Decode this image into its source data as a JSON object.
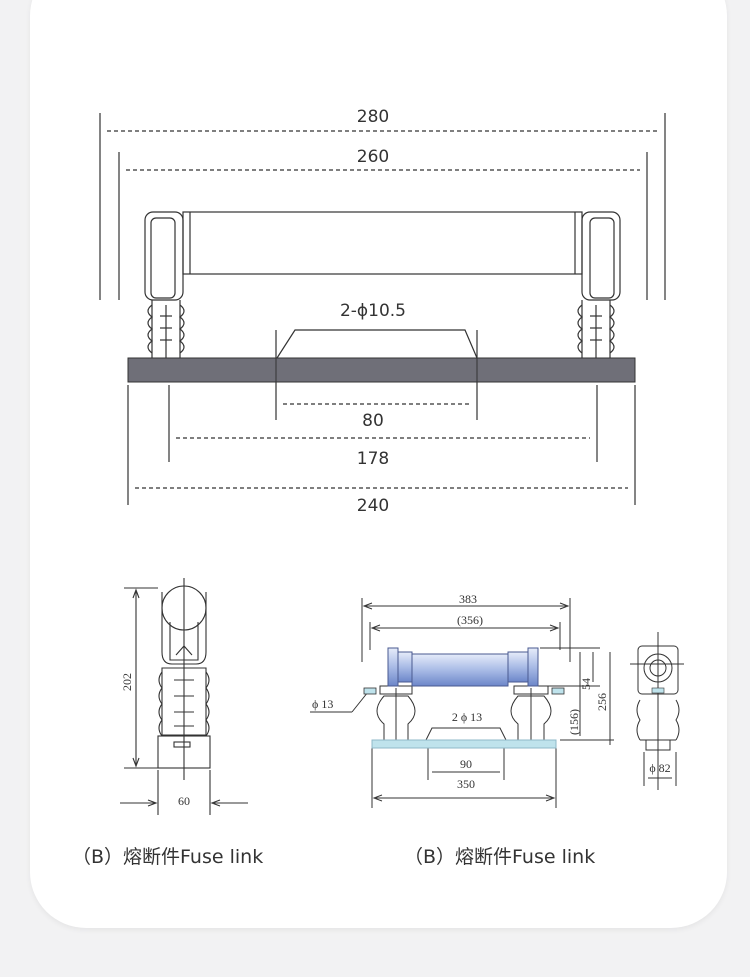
{
  "top_drawing": {
    "dims": {
      "overall_length": "280",
      "between_supports": "260",
      "holes": "2-ϕ10.5",
      "hole_spacing": "80",
      "inner_width": "178",
      "base_length": "240"
    }
  },
  "side_view": {
    "height": "202",
    "width": "60"
  },
  "front_view": {
    "overall": "383",
    "fuse_length": "(356)",
    "hole_dia": "ϕ 13",
    "holes": "2 ϕ 13",
    "height_54": "54",
    "height_156": "(156)",
    "height_256": "256",
    "spacing_90": "90",
    "base_350": "350"
  },
  "end_view": {
    "diameter": "ϕ 82"
  },
  "captions": {
    "left": "（B）熔断件Fuse link",
    "right": "（B）熔断件Fuse link"
  },
  "colors": {
    "base_plate": "#6f6f78",
    "fuse_body": "#b8c6ea",
    "base_light": "#bfe3ec"
  }
}
